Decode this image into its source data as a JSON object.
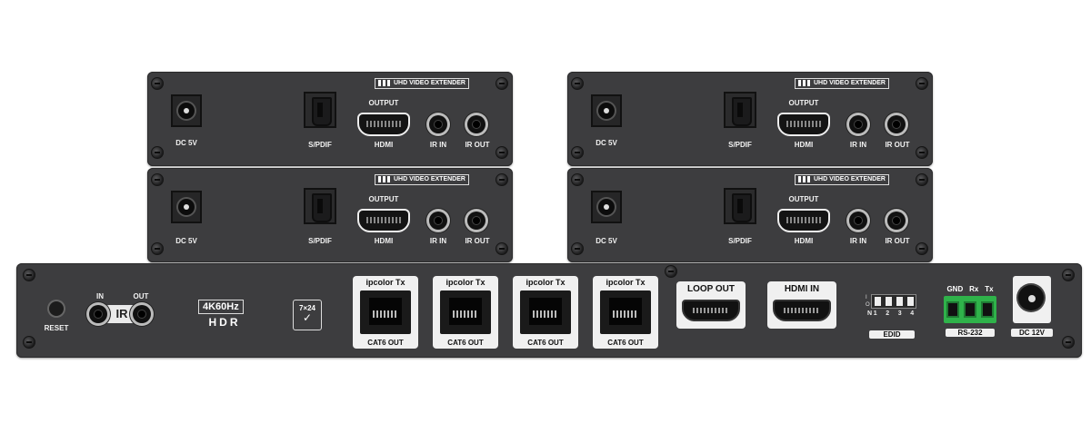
{
  "receiver_units": [
    {
      "brand": "UHD VIDEO EXTENDER",
      "dc_label": "DC 5V",
      "spdif_label": "S/PDIF",
      "output_label": "OUTPUT",
      "hdmi_label": "HDMI",
      "ir_in_label": "IR IN",
      "ir_out_label": "IR OUT"
    },
    {
      "brand": "UHD VIDEO EXTENDER",
      "dc_label": "DC 5V",
      "spdif_label": "S/PDIF",
      "output_label": "OUTPUT",
      "hdmi_label": "HDMI",
      "ir_in_label": "IR IN",
      "ir_out_label": "IR OUT"
    },
    {
      "brand": "UHD VIDEO EXTENDER",
      "dc_label": "DC 5V",
      "spdif_label": "S/PDIF",
      "output_label": "OUTPUT",
      "hdmi_label": "HDMI",
      "ir_in_label": "IR IN",
      "ir_out_label": "IR OUT"
    },
    {
      "brand": "UHD VIDEO EXTENDER",
      "dc_label": "DC 5V",
      "spdif_label": "S/PDIF",
      "output_label": "OUTPUT",
      "hdmi_label": "HDMI",
      "ir_in_label": "IR IN",
      "ir_out_label": "IR OUT"
    }
  ],
  "transmitter": {
    "reset_label": "RESET",
    "ir_in_label": "IN",
    "ir_out_label": "OUT",
    "ir_label": "IR",
    "resolution_badge": "4K60Hz",
    "hdr_badge": "HDR",
    "uptime_badge": "7×24",
    "cat6_ports": [
      {
        "top": "ipcolor Tx",
        "bottom": "CAT6 OUT"
      },
      {
        "top": "ipcolor Tx",
        "bottom": "CAT6 OUT"
      },
      {
        "top": "ipcolor Tx",
        "bottom": "CAT6 OUT"
      },
      {
        "top": "ipcolor Tx",
        "bottom": "CAT6 OUT"
      }
    ],
    "loop_out_label": "LOOP OUT",
    "hdmi_in_label": "HDMI IN",
    "edid": {
      "label": "EDID",
      "on_label": "I",
      "off_label": "O",
      "switches": [
        "1",
        "2",
        "3",
        "4"
      ]
    },
    "rs232": {
      "label": "RS-232",
      "pins": [
        "GND",
        "Rx",
        "Tx"
      ]
    },
    "dc_label": "DC 12V"
  },
  "colors": {
    "panel": "#3d3d3f",
    "terminal": "#2fb24a",
    "label_bg": "#f0f0f0"
  }
}
